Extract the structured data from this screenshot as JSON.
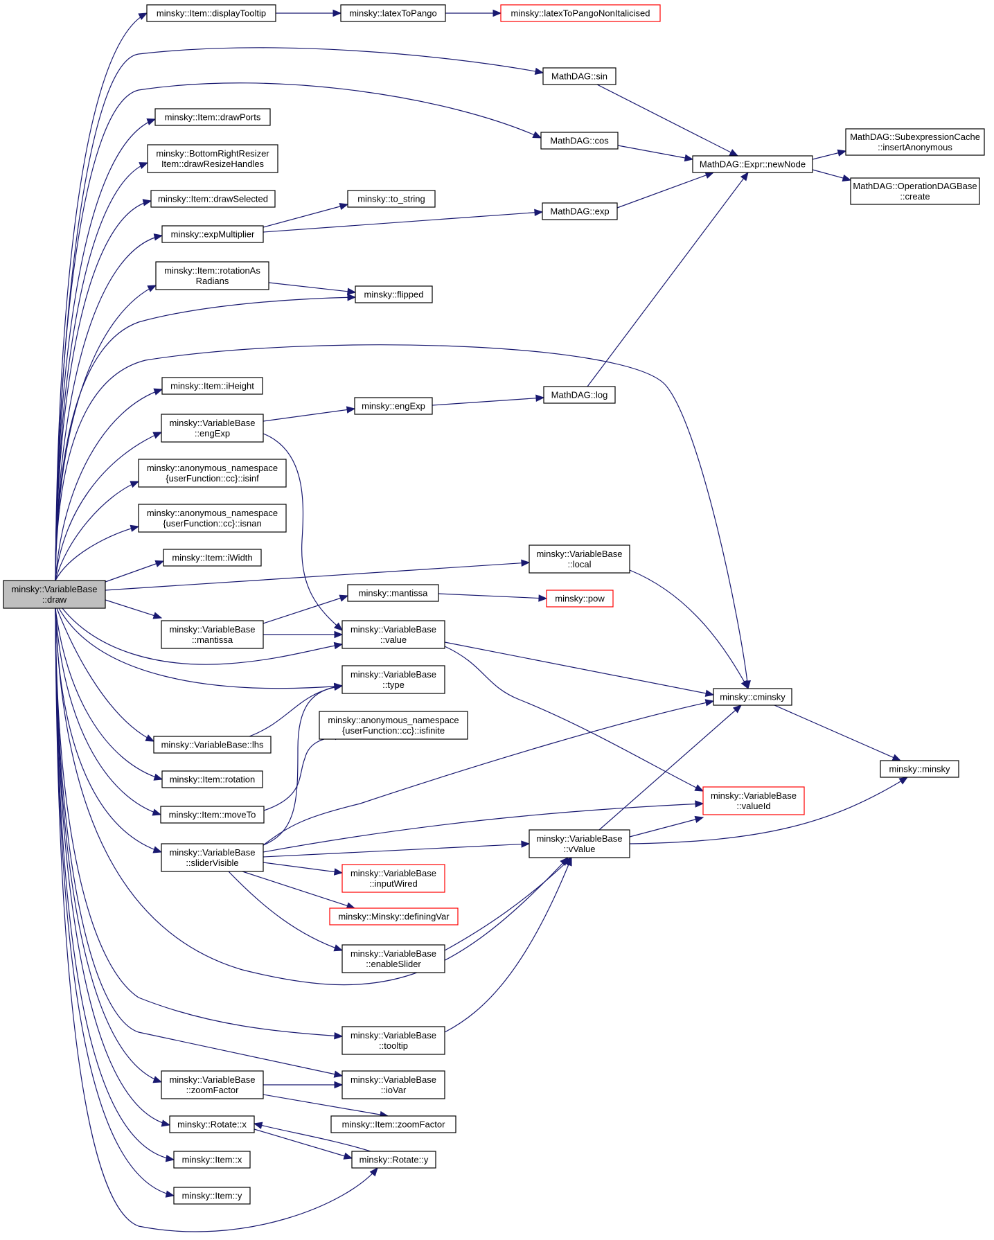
{
  "nodes": {
    "draw": {
      "lines": [
        "minsky::VariableBase",
        "::draw"
      ],
      "root": true
    },
    "displayTooltip": {
      "lines": [
        "minsky::Item::displayTooltip"
      ]
    },
    "latexToPango": {
      "lines": [
        "minsky::latexToPango"
      ]
    },
    "latexToPangoNonItalicised": {
      "lines": [
        "minsky::latexToPangoNonItalicised"
      ],
      "red": true
    },
    "sin": {
      "lines": [
        "MathDAG::sin"
      ]
    },
    "drawPorts": {
      "lines": [
        "minsky::Item::drawPorts"
      ]
    },
    "cos": {
      "lines": [
        "MathDAG::cos"
      ]
    },
    "newNode": {
      "lines": [
        "MathDAG::Expr::newNode"
      ]
    },
    "insertAnonymous": {
      "lines": [
        "MathDAG::SubexpressionCache",
        "::insertAnonymous"
      ]
    },
    "create": {
      "lines": [
        "MathDAG::OperationDAGBase",
        "::create"
      ]
    },
    "drawResizeHandles": {
      "lines": [
        "minsky::BottomRightResizer",
        "Item::drawResizeHandles"
      ]
    },
    "drawSelected": {
      "lines": [
        "minsky::Item::drawSelected"
      ]
    },
    "to_string": {
      "lines": [
        "minsky::to_string"
      ]
    },
    "expMultiplier": {
      "lines": [
        "minsky::expMultiplier"
      ]
    },
    "exp": {
      "lines": [
        "MathDAG::exp"
      ]
    },
    "rotationAsRadians": {
      "lines": [
        "minsky::Item::rotationAs",
        "Radians"
      ]
    },
    "flipped": {
      "lines": [
        "minsky::flipped"
      ]
    },
    "iHeight": {
      "lines": [
        "minsky::Item::iHeight"
      ]
    },
    "vbEngExp": {
      "lines": [
        "minsky::VariableBase",
        "::engExp"
      ]
    },
    "engExp": {
      "lines": [
        "minsky::engExp"
      ]
    },
    "log": {
      "lines": [
        "MathDAG::log"
      ]
    },
    "isinf": {
      "lines": [
        "minsky::anonymous_namespace",
        "{userFunction::cc}::isinf"
      ]
    },
    "isnan": {
      "lines": [
        "minsky::anonymous_namespace",
        "{userFunction::cc}::isnan"
      ]
    },
    "iWidth": {
      "lines": [
        "minsky::Item::iWidth"
      ]
    },
    "local": {
      "lines": [
        "minsky::VariableBase",
        "::local"
      ]
    },
    "mantissa": {
      "lines": [
        "minsky::mantissa"
      ]
    },
    "pow": {
      "lines": [
        "minsky::pow"
      ],
      "red": true
    },
    "vbMantissa": {
      "lines": [
        "minsky::VariableBase",
        "::mantissa"
      ]
    },
    "value": {
      "lines": [
        "minsky::VariableBase",
        "::value"
      ]
    },
    "type": {
      "lines": [
        "minsky::VariableBase",
        "::type"
      ]
    },
    "cminsky": {
      "lines": [
        "minsky::cminsky"
      ]
    },
    "isfinite": {
      "lines": [
        "minsky::anonymous_namespace",
        "{userFunction::cc}::isfinite"
      ]
    },
    "lhs": {
      "lines": [
        "minsky::VariableBase::lhs"
      ]
    },
    "minsky": {
      "lines": [
        "minsky::minsky"
      ]
    },
    "rotation": {
      "lines": [
        "minsky::Item::rotation"
      ]
    },
    "valueId": {
      "lines": [
        "minsky::VariableBase",
        "::valueId"
      ],
      "red": true
    },
    "moveTo": {
      "lines": [
        "minsky::Item::moveTo"
      ]
    },
    "vValue": {
      "lines": [
        "minsky::VariableBase",
        "::vValue"
      ]
    },
    "sliderVisible": {
      "lines": [
        "minsky::VariableBase",
        "::sliderVisible"
      ]
    },
    "inputWired": {
      "lines": [
        "minsky::VariableBase",
        "::inputWired"
      ],
      "red": true
    },
    "definingVar": {
      "lines": [
        "minsky::Minsky::definingVar"
      ],
      "red": true
    },
    "enableSlider": {
      "lines": [
        "minsky::VariableBase",
        "::enableSlider"
      ]
    },
    "tooltip": {
      "lines": [
        "minsky::VariableBase",
        "::tooltip"
      ]
    },
    "vbZoomFactor": {
      "lines": [
        "minsky::VariableBase",
        "::zoomFactor"
      ]
    },
    "ioVar": {
      "lines": [
        "minsky::VariableBase",
        "::ioVar"
      ]
    },
    "itemZoomFactor": {
      "lines": [
        "minsky::Item::zoomFactor"
      ]
    },
    "rotateX": {
      "lines": [
        "minsky::Rotate::x"
      ]
    },
    "itemX": {
      "lines": [
        "minsky::Item::x"
      ]
    },
    "rotateY": {
      "lines": [
        "minsky::Rotate::y"
      ]
    },
    "itemY": {
      "lines": [
        "minsky::Item::y"
      ]
    }
  },
  "edges": [
    [
      "draw",
      "displayTooltip"
    ],
    [
      "displayTooltip",
      "latexToPango"
    ],
    [
      "latexToPango",
      "latexToPangoNonItalicised"
    ],
    [
      "draw",
      "sin"
    ],
    [
      "sin",
      "newNode"
    ],
    [
      "draw",
      "drawPorts"
    ],
    [
      "draw",
      "cos"
    ],
    [
      "cos",
      "newNode"
    ],
    [
      "newNode",
      "insertAnonymous"
    ],
    [
      "newNode",
      "create"
    ],
    [
      "draw",
      "drawResizeHandles"
    ],
    [
      "draw",
      "drawSelected"
    ],
    [
      "draw",
      "expMultiplier"
    ],
    [
      "expMultiplier",
      "to_string"
    ],
    [
      "expMultiplier",
      "exp"
    ],
    [
      "exp",
      "newNode"
    ],
    [
      "draw",
      "rotationAsRadians"
    ],
    [
      "rotationAsRadians",
      "flipped"
    ],
    [
      "draw",
      "flipped"
    ],
    [
      "draw",
      "cminsky"
    ],
    [
      "draw",
      "iHeight"
    ],
    [
      "draw",
      "vbEngExp"
    ],
    [
      "vbEngExp",
      "engExp"
    ],
    [
      "engExp",
      "log"
    ],
    [
      "log",
      "newNode"
    ],
    [
      "vbEngExp",
      "value"
    ],
    [
      "draw",
      "isinf"
    ],
    [
      "draw",
      "isnan"
    ],
    [
      "draw",
      "iWidth"
    ],
    [
      "draw",
      "local"
    ],
    [
      "local",
      "cminsky"
    ],
    [
      "draw",
      "vbMantissa"
    ],
    [
      "vbMantissa",
      "mantissa"
    ],
    [
      "mantissa",
      "pow"
    ],
    [
      "vbMantissa",
      "value"
    ],
    [
      "draw",
      "value"
    ],
    [
      "value",
      "cminsky"
    ],
    [
      "value",
      "valueId"
    ],
    [
      "draw",
      "type"
    ],
    [
      "cminsky",
      "minsky"
    ],
    [
      "draw",
      "lhs"
    ],
    [
      "lhs",
      "type"
    ],
    [
      "draw",
      "rotation"
    ],
    [
      "draw",
      "moveTo"
    ],
    [
      "moveTo",
      "isfinite"
    ],
    [
      "draw",
      "sliderVisible"
    ],
    [
      "sliderVisible",
      "type"
    ],
    [
      "sliderVisible",
      "cminsky"
    ],
    [
      "sliderVisible",
      "valueId"
    ],
    [
      "sliderVisible",
      "vValue"
    ],
    [
      "sliderVisible",
      "inputWired"
    ],
    [
      "sliderVisible",
      "definingVar"
    ],
    [
      "sliderVisible",
      "enableSlider"
    ],
    [
      "enableSlider",
      "vValue"
    ],
    [
      "vValue",
      "cminsky"
    ],
    [
      "vValue",
      "valueId"
    ],
    [
      "vValue",
      "minsky"
    ],
    [
      "draw",
      "vValue"
    ],
    [
      "draw",
      "tooltip"
    ],
    [
      "tooltip",
      "vValue"
    ],
    [
      "draw",
      "ioVar"
    ],
    [
      "draw",
      "vbZoomFactor"
    ],
    [
      "vbZoomFactor",
      "ioVar"
    ],
    [
      "vbZoomFactor",
      "itemZoomFactor"
    ],
    [
      "draw",
      "rotateX"
    ],
    [
      "rotateX",
      "rotateY"
    ],
    [
      "rotateY",
      "rotateX"
    ],
    [
      "draw",
      "itemX"
    ],
    [
      "draw",
      "rotateY"
    ],
    [
      "draw",
      "itemY"
    ]
  ]
}
